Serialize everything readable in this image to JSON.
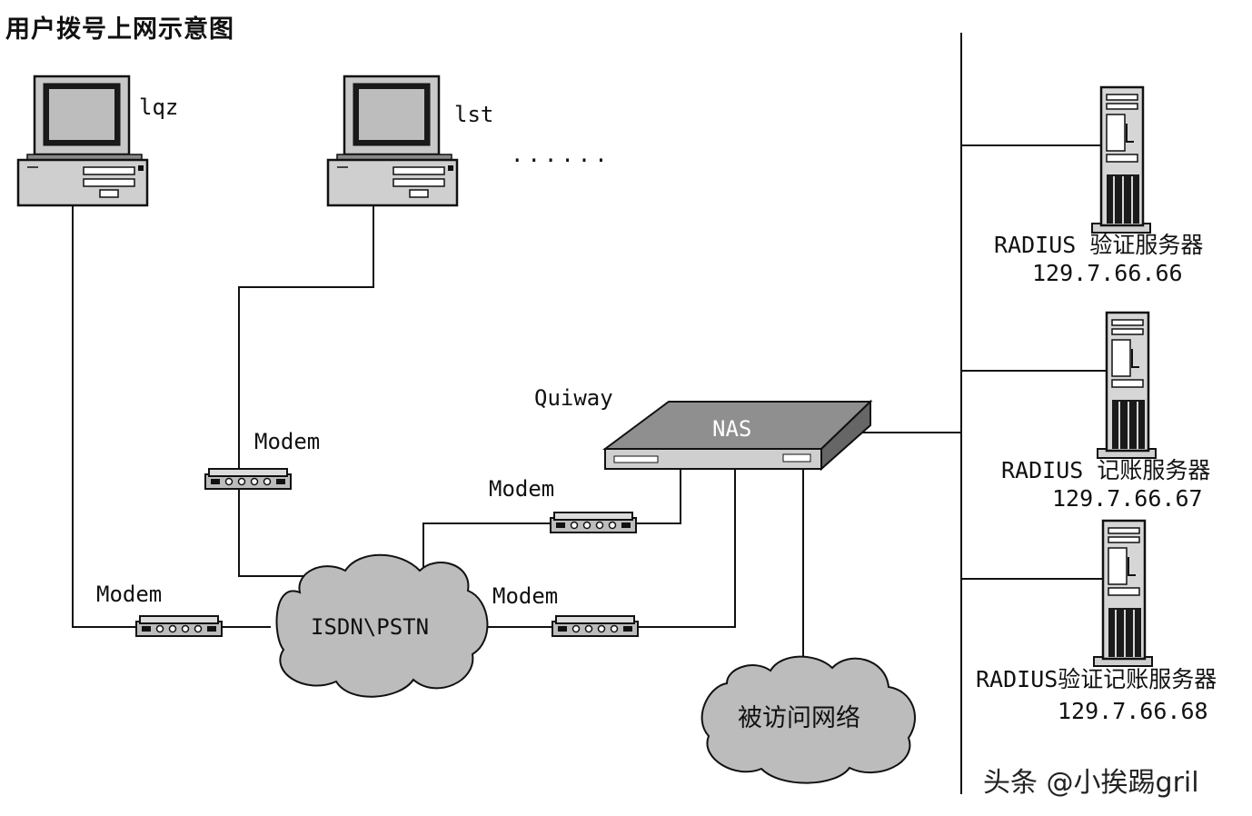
{
  "title": "用户拨号上网示意图",
  "clients": [
    {
      "name": "lqz"
    },
    {
      "name": "lst"
    }
  ],
  "ellipsis": "......",
  "modem_label": "Modem",
  "nas": {
    "vendor": "Quiway",
    "label": "NAS"
  },
  "clouds": {
    "pstn": "ISDN\\PSTN",
    "target": "被访问网络"
  },
  "servers": [
    {
      "name": "RADIUS 验证服务器",
      "ip": "129.7.66.66"
    },
    {
      "name": "RADIUS 记账服务器",
      "ip": "129.7.66.67"
    },
    {
      "name": "RADIUS验证记账服务器",
      "ip": "129.7.66.68"
    }
  ],
  "watermark": "头条 @小挨踢gril"
}
